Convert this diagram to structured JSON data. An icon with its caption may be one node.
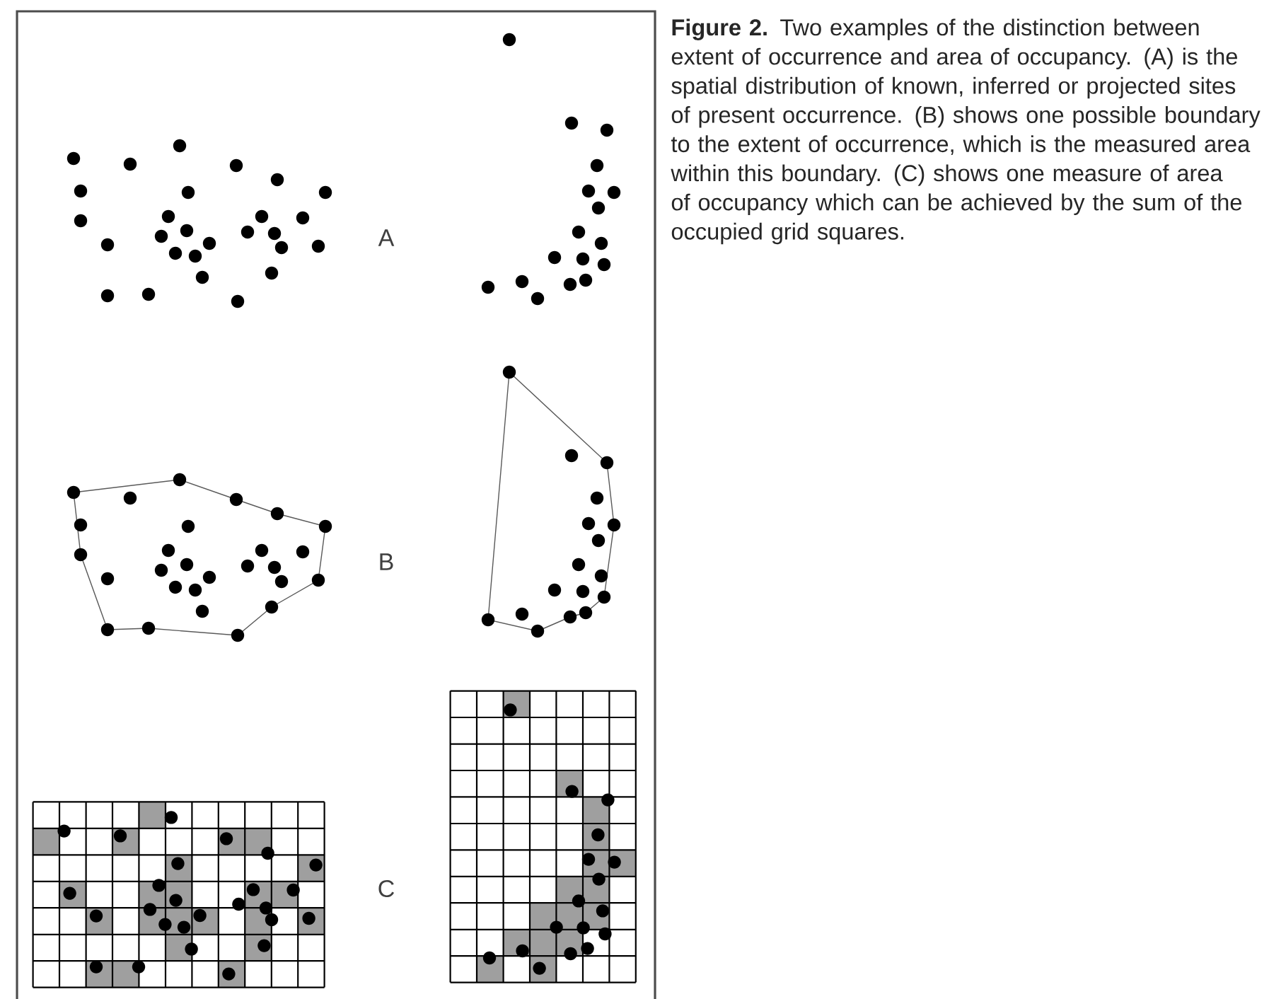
{
  "diagram": {
    "caption": "**Figure 2.** Two examples of the distinction between extent of occurrence and area of occupancy. (A) is the spatial distribution of known, inferred or projected sites of present occurrence. (B) shows one possible boundary to the extent of occurrence, which is the measured area within this boundary. (C) shows one measure of area of occupancy which can be achieved by the sum of the occupied grid squares.",
    "labels": [
      "A",
      "B",
      "C"
    ]
  }
}
